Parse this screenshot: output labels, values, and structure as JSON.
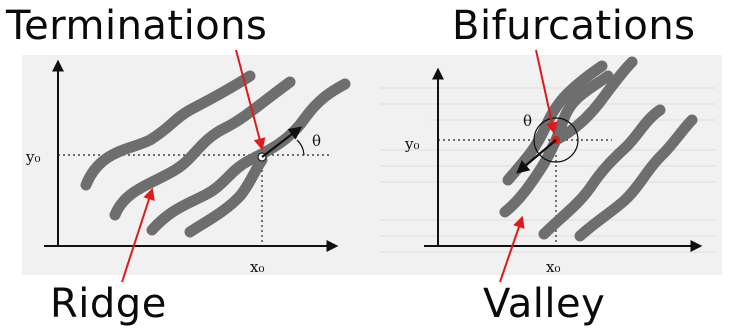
{
  "labels": {
    "terminations": "Terminations",
    "bifurcations": "Bifurcations",
    "ridge": "Ridge",
    "valley": "Valley"
  },
  "left_panel": {
    "y_tick": "y₀",
    "x_tick": "x₀",
    "angle": "θ"
  },
  "right_panel": {
    "y_tick": "y₀",
    "x_tick": "x₀",
    "angle": "θ"
  },
  "colors": {
    "ridge": "#6e6e6e",
    "pointer": "#e01a1a",
    "background_panel": "#ebebeb"
  }
}
